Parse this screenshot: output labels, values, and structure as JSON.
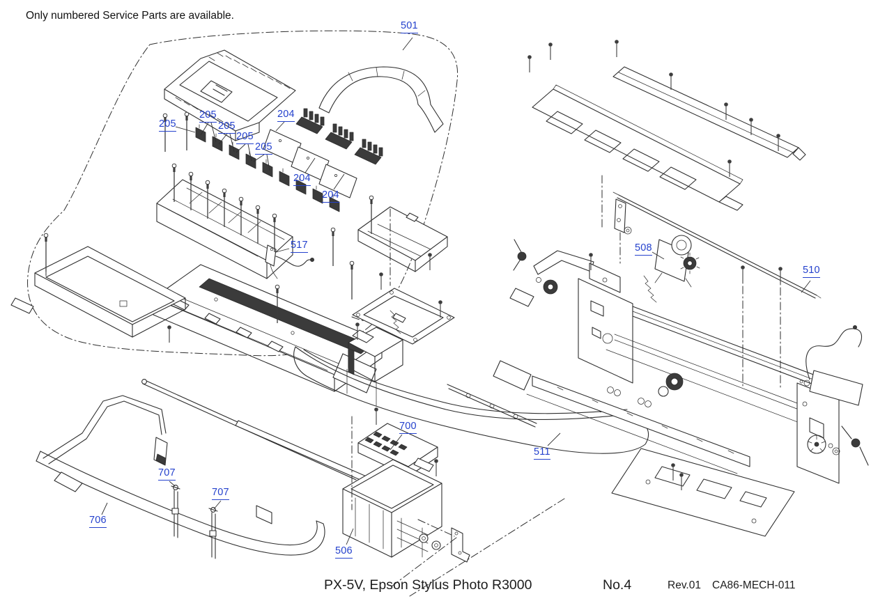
{
  "page": {
    "note": "Only numbered Service Parts are available.",
    "footer": {
      "title": "PX-5V, Epson Stylus Photo R3000",
      "page_no": "No.4",
      "revision": "Rev.01",
      "document_code": "CA86-MECH-011"
    }
  },
  "diagram": {
    "type": "exploded-service-parts-diagram",
    "link_color": "#2441cd",
    "line_color": "#2e2e2e",
    "part_labels": [
      {
        "part": "501"
      },
      {
        "part": "205"
      },
      {
        "part": "205"
      },
      {
        "part": "205"
      },
      {
        "part": "205"
      },
      {
        "part": "205"
      },
      {
        "part": "204"
      },
      {
        "part": "204"
      },
      {
        "part": "204"
      },
      {
        "part": "517"
      },
      {
        "part": "508"
      },
      {
        "part": "510"
      },
      {
        "part": "700"
      },
      {
        "part": "511"
      },
      {
        "part": "707"
      },
      {
        "part": "707"
      },
      {
        "part": "706"
      },
      {
        "part": "506"
      }
    ]
  }
}
